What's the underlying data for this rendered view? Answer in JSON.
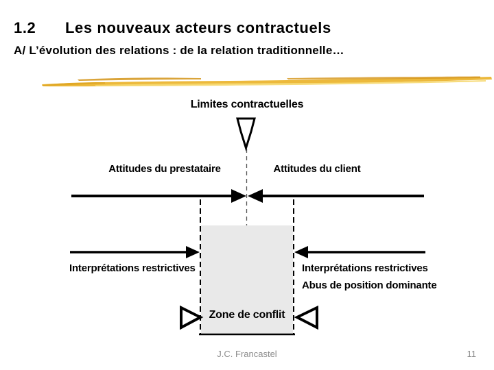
{
  "header": {
    "number": "1.2",
    "title": "Les nouveaux acteurs contractuels",
    "subtitle": "A/ L’évolution des relations : de la relation traditionnelle…"
  },
  "diagram": {
    "limits_label": "Limites contractuelles",
    "provider_label": "Attitudes du prestataire",
    "client_label": "Attitudes du client",
    "left_interpretation_label": "Interprétations restrictives",
    "right_interpretation_label": "Interprétations restrictives",
    "abuse_label": "Abus de position dominante",
    "conflict_zone_label": "Zone de conflit"
  },
  "colors": {
    "zone_fill": "#e9e9e9",
    "marker_main": "#ecb93c",
    "marker_dark": "#d49417",
    "marker_light": "#f6d86e",
    "marker_tail": "#e0a826",
    "footer_gray": "#8c8c8c",
    "line_black": "#000000"
  },
  "footer": {
    "author": "J.C. Francastel",
    "page_number": "11"
  }
}
